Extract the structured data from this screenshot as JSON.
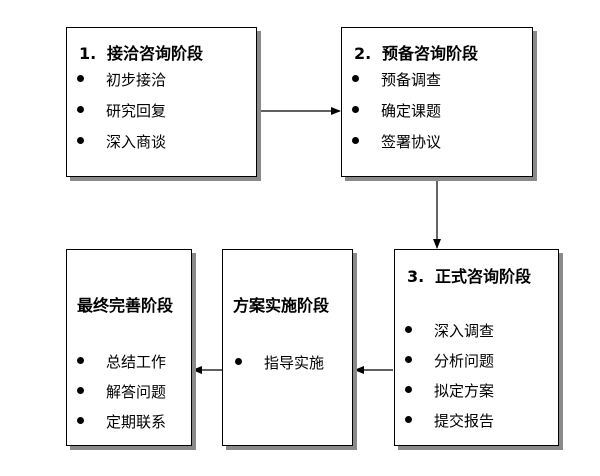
{
  "stages": [
    {
      "number": "1.",
      "title": "接洽咨询阶段",
      "items": [
        "初步接洽",
        "研究回复",
        "深入商谈"
      ]
    },
    {
      "number": "2.",
      "title": "预备咨询阶段",
      "items": [
        "预备调查",
        "确定课题",
        "签署协议"
      ]
    },
    {
      "number": "3.",
      "title": "正式咨询阶段",
      "items": [
        "深入调查",
        "分析问题",
        "拟定方案",
        "提交报告"
      ]
    },
    {
      "number": "",
      "title": "方案实施阶段",
      "items": [
        "指导实施"
      ]
    },
    {
      "number": "",
      "title": "最终完善阶段",
      "items": [
        "总结工作",
        "解答问题",
        "定期联系"
      ]
    }
  ]
}
